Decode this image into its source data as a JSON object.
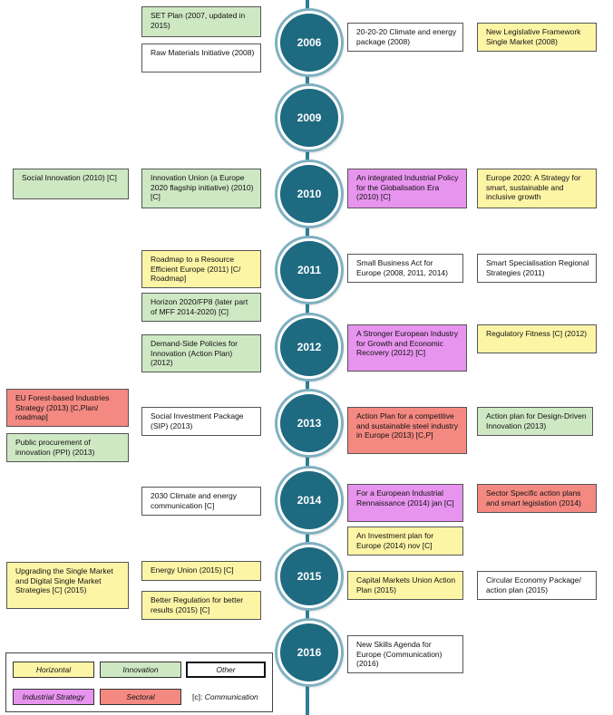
{
  "years": [
    "2006",
    "2009",
    "2010",
    "2011",
    "2012",
    "2013",
    "2014",
    "2015",
    "2016"
  ],
  "items": {
    "set_plan": "SET Plan (2007, updated in 2015)",
    "raw_materials": "Raw Materials Initiative (2008)",
    "climate_202020": "20-20-20 Climate and energy package (2008)",
    "nlf": "New Legislative Framework Single Market (2008)",
    "social_innovation": "Social Innovation (2010) [C]",
    "innovation_union": "Innovation Union (a Europe 2020 flagship initiative) (2010) [C]",
    "integrated_industrial": "An integrated Industrial Policy for the Globalisation Era (2010) [C]",
    "europe2020": "Europe 2020: A Strategy for smart, sustainable and inclusive growth",
    "roadmap_resource": "Roadmap to a Resource Efficient Europe (2011) [C/ Roadmap]",
    "small_business": "Small Business Act for Europe (2008, 2011, 2014)",
    "smart_specialisation": "Smart Specialisation Regional Strategies (2011)",
    "horizon2020": "Horizon 2020/FP8 (later part of MFF 2014-2020) [C]",
    "demand_side": "Demand-Side Policies for Innovation (Action Plan) (2012)",
    "stronger_industry": "A Stronger European Industry for Growth and Economic Recovery (2012) [C]",
    "regulatory_fitness": "Regulatory Fitness [C] (2012)",
    "forest_based": "EU  Forest-based Industries Strategy (2013) [C,Plan/ roadmap]",
    "social_investment": "Social Investment Package (SIP) (2013)",
    "steel_action_plan": "Action Plan for a competitive and sustainable steel industry in Europe (2013) [C,P]",
    "design_driven": "Action plan for Design-Driven Innovation (2013)",
    "public_procurement": "Public procurement of innovation (PPI) (2013)",
    "climate_2030": "2030 Climate and energy communication [C]",
    "industrial_renaissance": "For a European Industrial Rennaissance (2014) jan [C]",
    "sector_specific": "Sector Specific action plans and smart legislation (2014)",
    "investment_plan": "An Investment plan for Europe (2014) nov [C]",
    "single_market_digital": "Upgrading the Single Market and Digital Single Market Strategies [C] (2015)",
    "energy_union": "Energy Union (2015) [C]",
    "capital_markets": "Capital Markets Union Action Plan (2015)",
    "circular_economy": "Circular Economy Package/ action plan (2015)",
    "better_regulation": "Better Regulation for better results (2015) [C]",
    "new_skills": "New Skills Agenda for Europe (Communication) (2016)"
  },
  "legend": {
    "horizontal": "Horizontal",
    "innovation": "Innovation",
    "other": "Other",
    "industrial": "Industrial Strategy",
    "sectoral": "Sectoral",
    "note_code": "[c]:",
    "note_text": "Communication"
  },
  "colors": {
    "horizontal": "#fdf5a6",
    "innovation": "#cfe8c4",
    "other": "#ffffff",
    "industrial": "#e794ee",
    "sectoral": "#f48982",
    "year_circle": "#1e6a80",
    "axis": "#2e7f96"
  }
}
